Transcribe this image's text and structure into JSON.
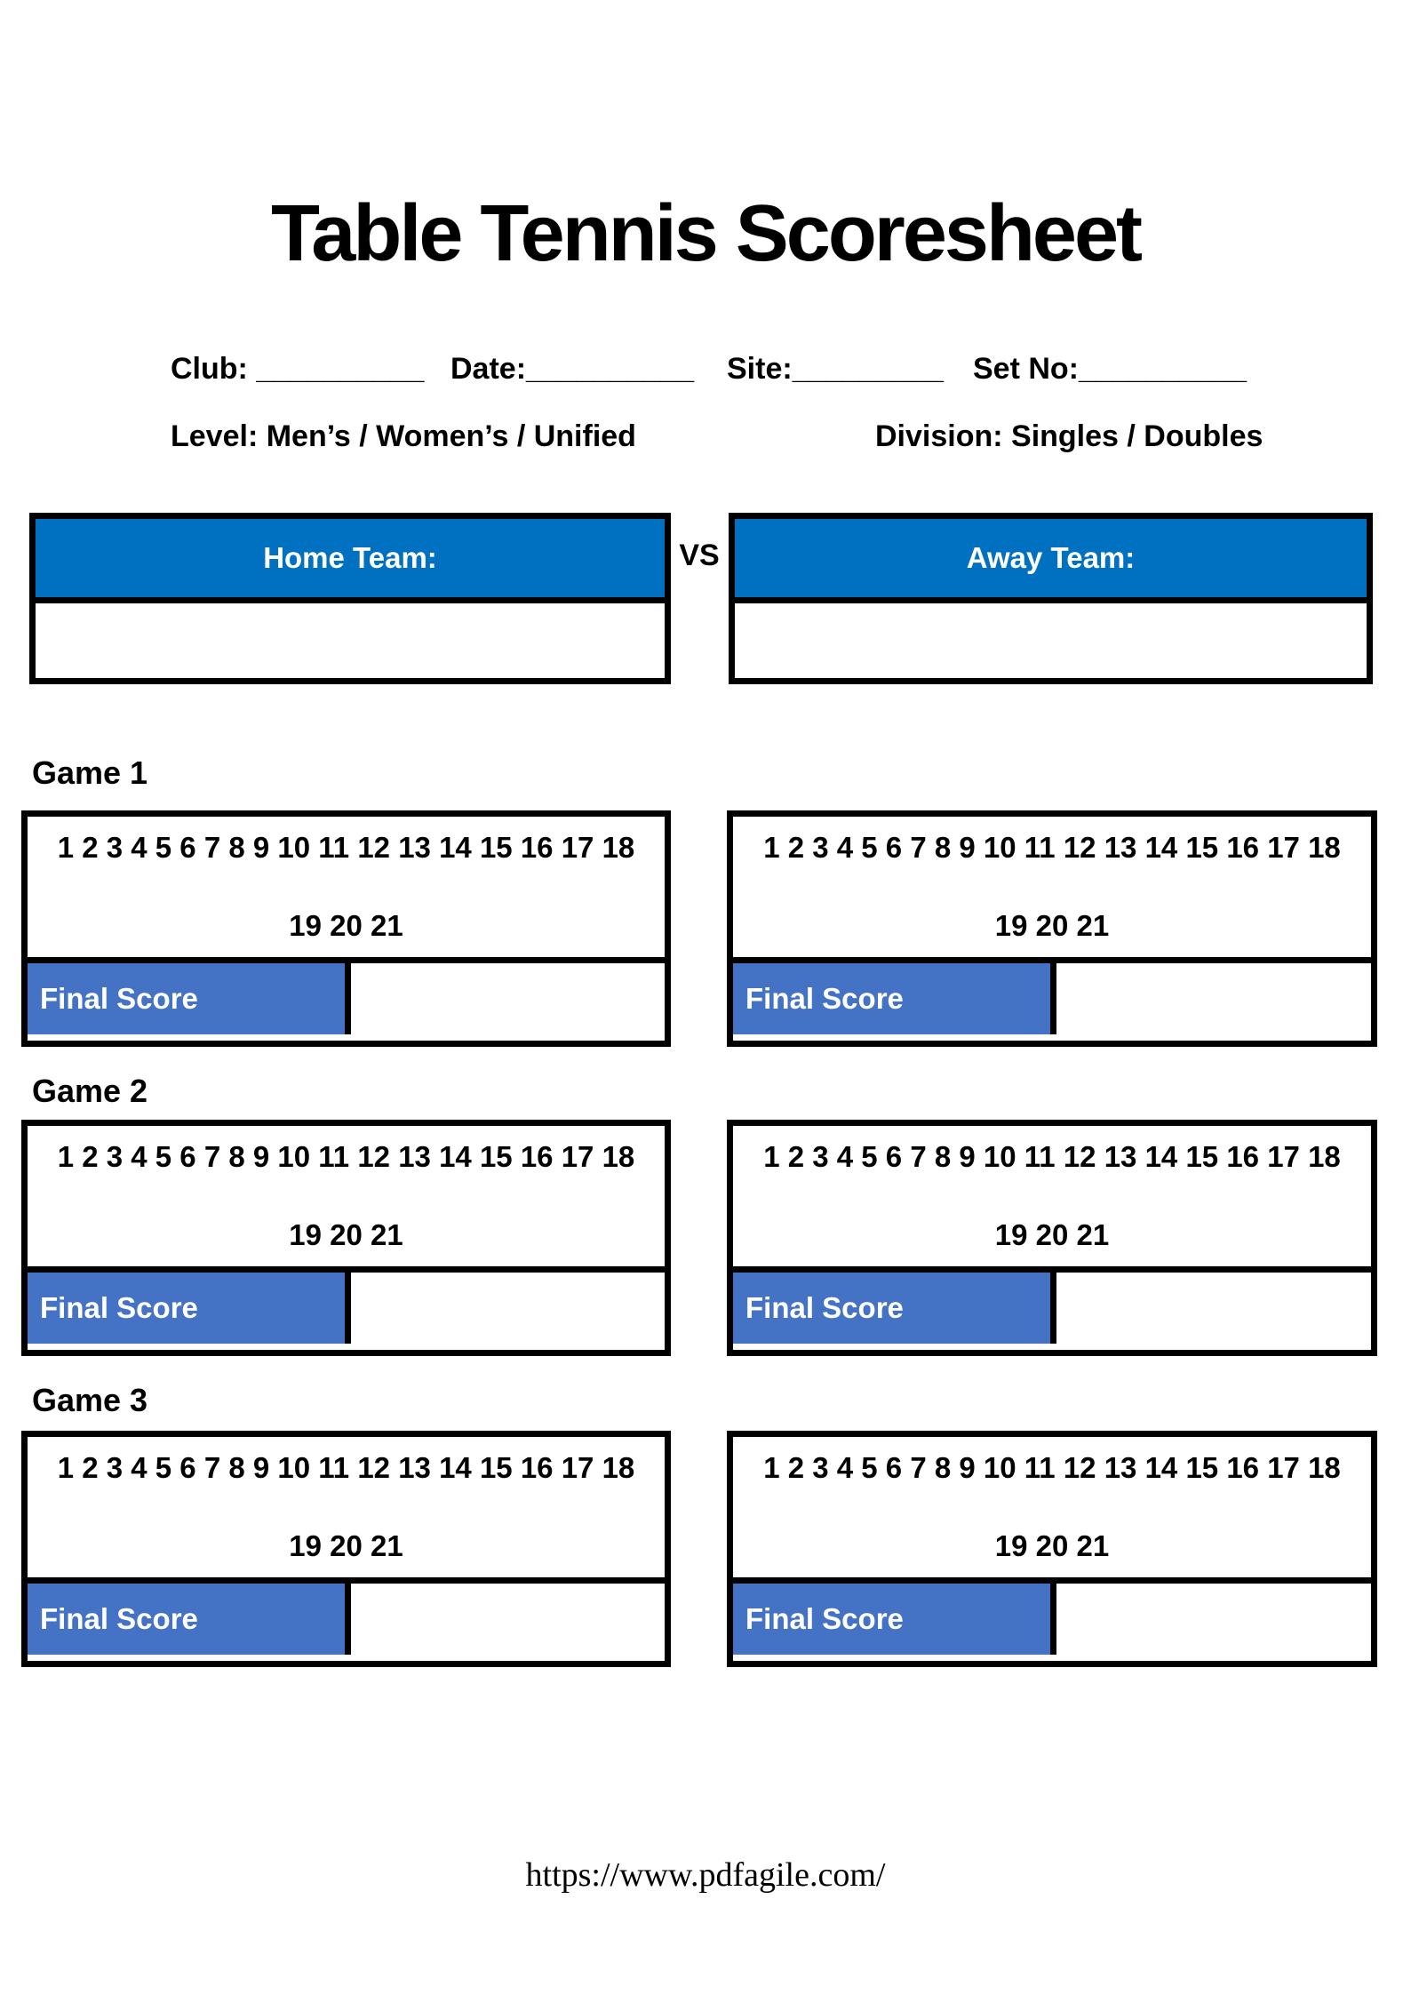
{
  "title": "Table Tennis Scoresheet",
  "meta": {
    "club": {
      "label": "Club: ",
      "line": "__________"
    },
    "date": {
      "label": "Date:",
      "line": "__________"
    },
    "site": {
      "label": "Site:",
      "line": "_________"
    },
    "set_no": {
      "label": "Set No:",
      "line": "__________"
    },
    "level": "Level: Men’s / Women’s / Unified",
    "division": "Division: Singles / Doubles"
  },
  "teams": {
    "home_label": "Home Team:",
    "vs": "VS",
    "away_label": "Away Team:",
    "home_name": "",
    "away_name": ""
  },
  "games": [
    {
      "label": "Game 1",
      "points_line1": "1 2 3 4 5 6 7 8 9 10 11 12 13 14 15 16 17 18",
      "points_line2": "19 20 21",
      "final_score_label": "Final Score",
      "home_final_score": "",
      "away_final_score": ""
    },
    {
      "label": "Game 2",
      "points_line1": "1 2 3 4 5 6 7 8 9 10 11 12 13 14 15 16 17 18",
      "points_line2": "19 20 21",
      "final_score_label": "Final Score",
      "home_final_score": "",
      "away_final_score": ""
    },
    {
      "label": "Game 3",
      "points_line1": "1 2 3 4 5 6 7 8 9 10 11 12 13 14 15 16 17 18",
      "points_line2": "19 20 21",
      "final_score_label": "Final Score",
      "home_final_score": "",
      "away_final_score": ""
    }
  ],
  "footer": {
    "url": "https://www.pdfagile.com/"
  },
  "colors": {
    "team_header_blue": "#0070C0",
    "final_score_blue": "#4472C4",
    "border_black": "#000000"
  }
}
